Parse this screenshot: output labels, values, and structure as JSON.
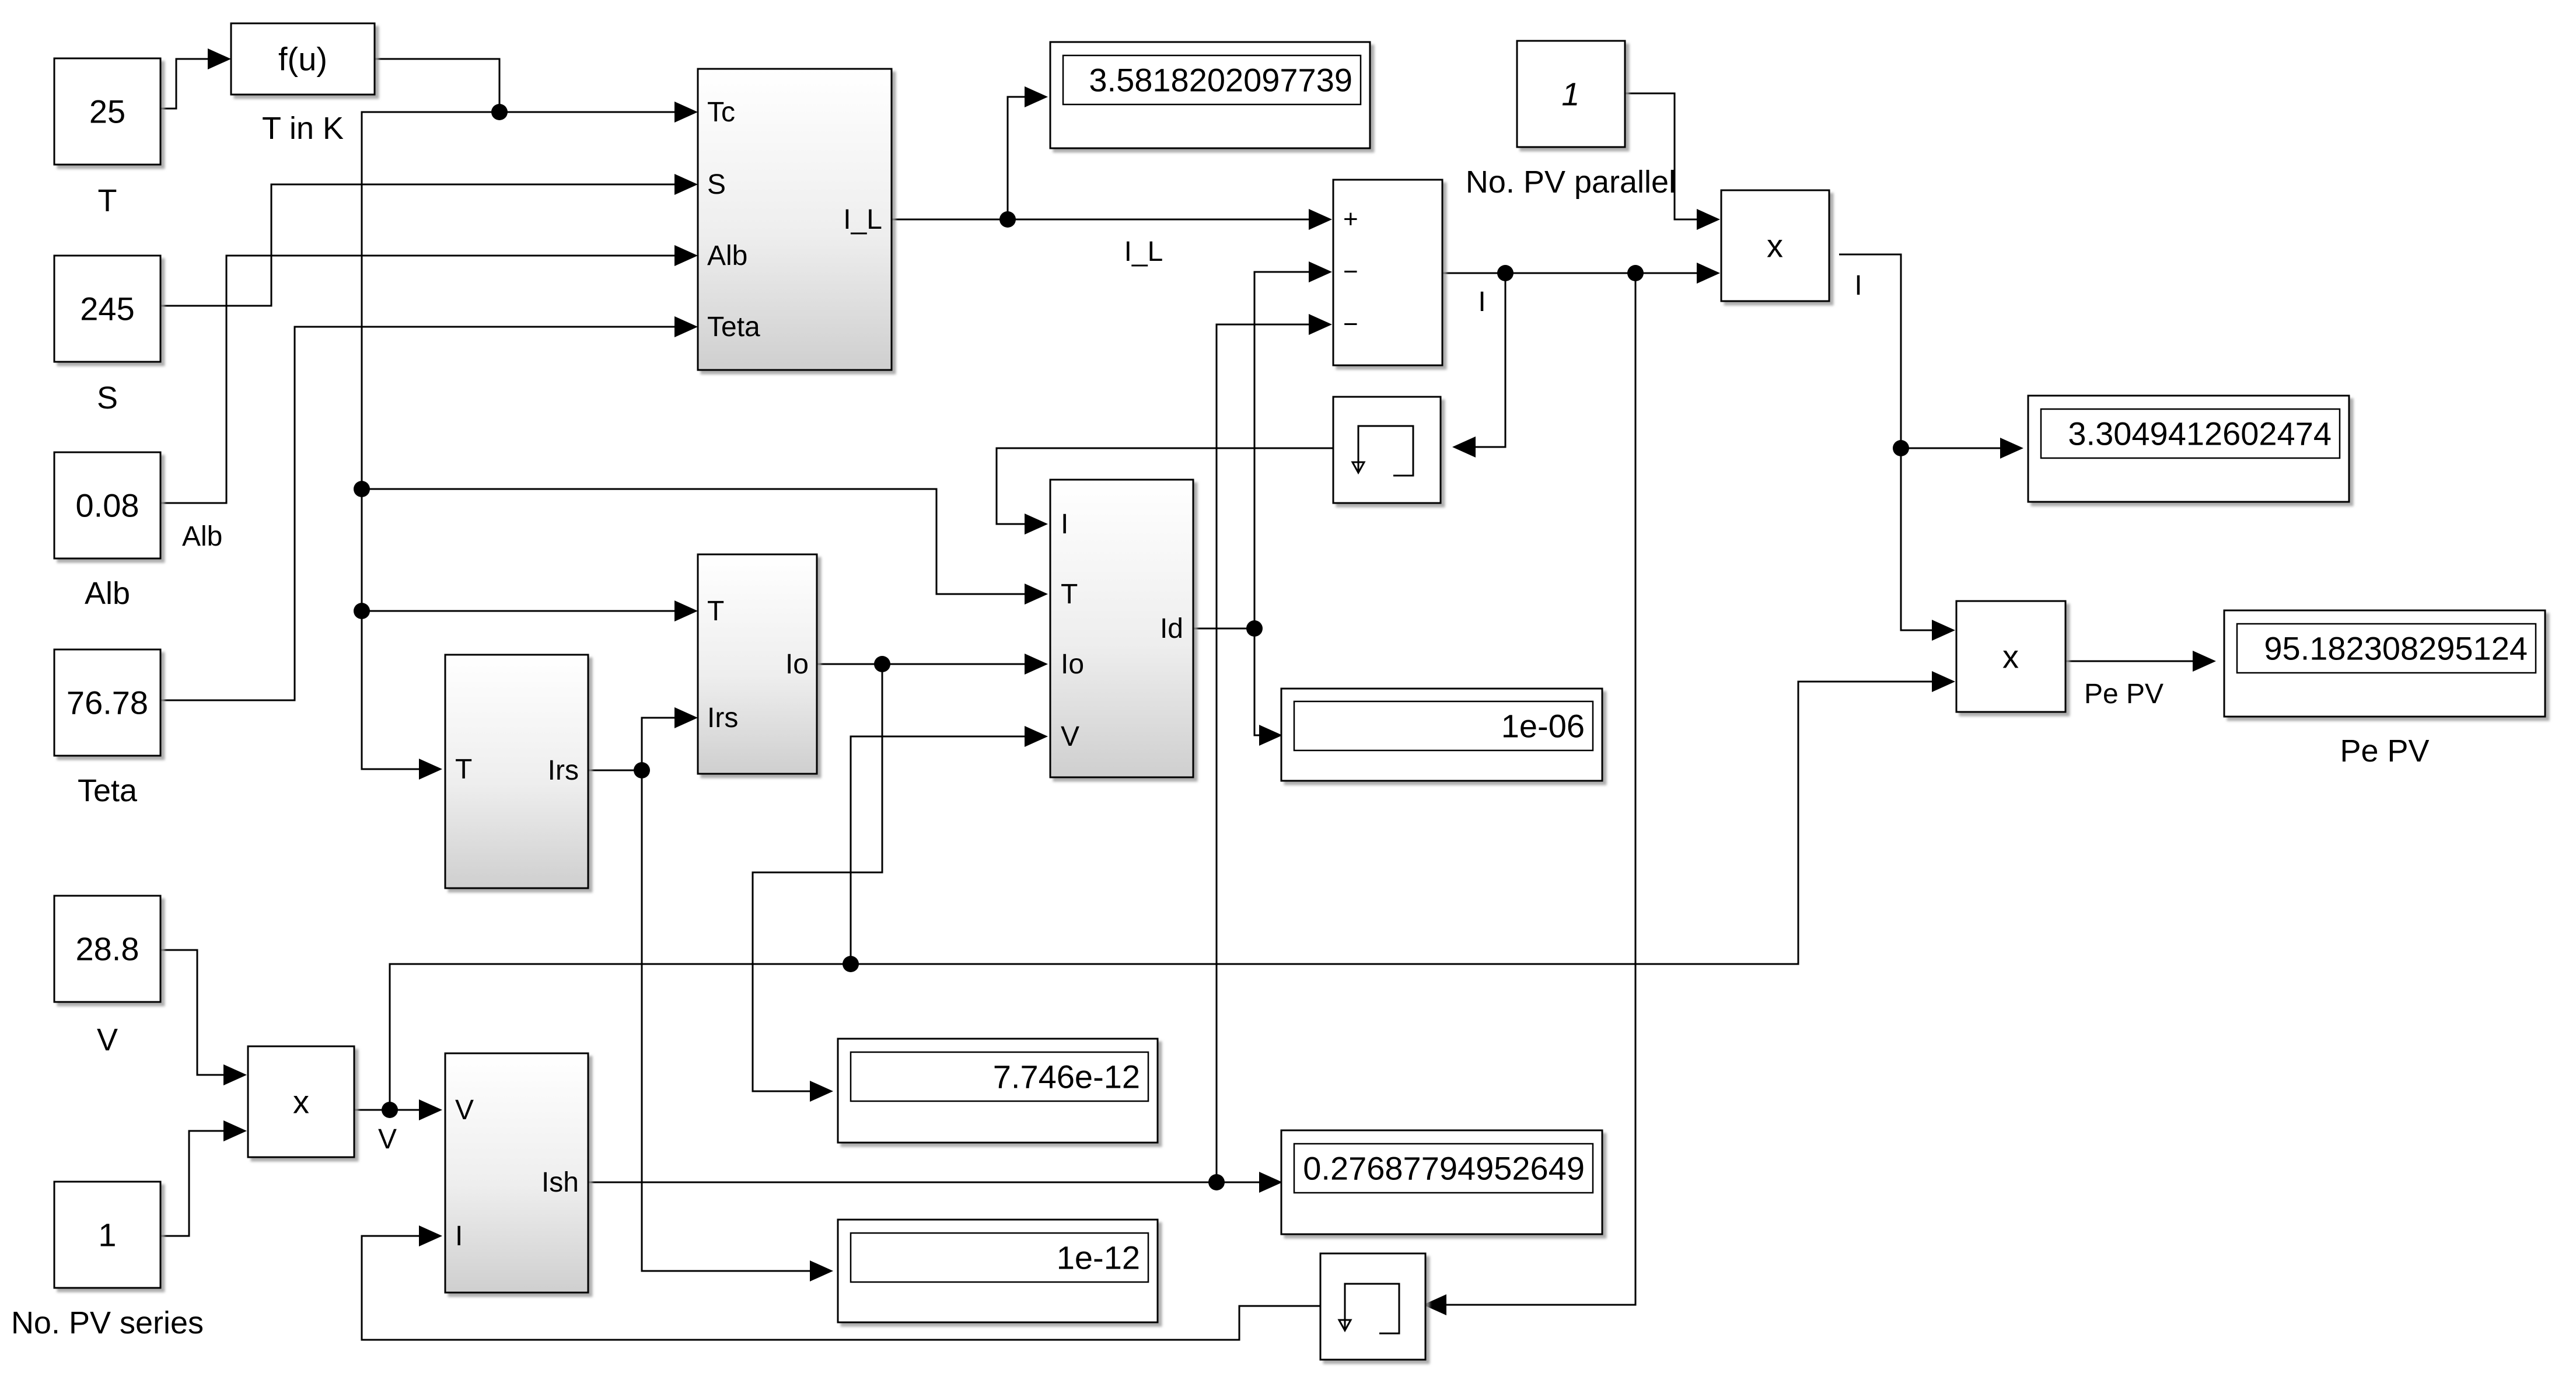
{
  "constants": {
    "t": {
      "value": "25",
      "label": "T"
    },
    "s": {
      "value": "245",
      "label": "S"
    },
    "alb": {
      "value": "0.08",
      "label": "Alb",
      "signal_label": "Alb"
    },
    "teta": {
      "value": "76.78",
      "label": "Teta"
    },
    "v": {
      "value": "28.8",
      "label": "V"
    },
    "series": {
      "value": "1",
      "label": "No. PV series"
    },
    "parallel": {
      "value": "1",
      "label": "No. PV parallel"
    }
  },
  "fcn": {
    "text": "f(u)",
    "label": "T in K"
  },
  "il_block": {
    "inputs": [
      "Tc",
      "S",
      "Alb",
      "Teta"
    ],
    "output": "I_L"
  },
  "irs_block": {
    "input": "T",
    "output": "Irs"
  },
  "io_block": {
    "inputs": [
      "T",
      "Irs"
    ],
    "output": "Io"
  },
  "id_block": {
    "inputs": [
      "I",
      "T",
      "Io",
      "V"
    ],
    "output": "Id"
  },
  "ish_block": {
    "inputs": [
      "V",
      "I"
    ],
    "output": "Ish"
  },
  "sum_block": {
    "signs": [
      "+",
      "−",
      "−"
    ]
  },
  "products": {
    "series_mul": "x",
    "parallel_mul": "x",
    "power_mul": "x"
  },
  "signals": {
    "il": "I_L",
    "i_sum": "I",
    "v": "V",
    "i_out": "I",
    "pe": "Pe PV"
  },
  "displays": {
    "il": "3.5818202097739",
    "i": "3.3049412602474",
    "pe": "95.182308295124",
    "pe_label": "Pe PV",
    "id": "1e-06",
    "io": "7.746e-12",
    "ish": "0.27687794952649",
    "irs": "1e-12"
  }
}
